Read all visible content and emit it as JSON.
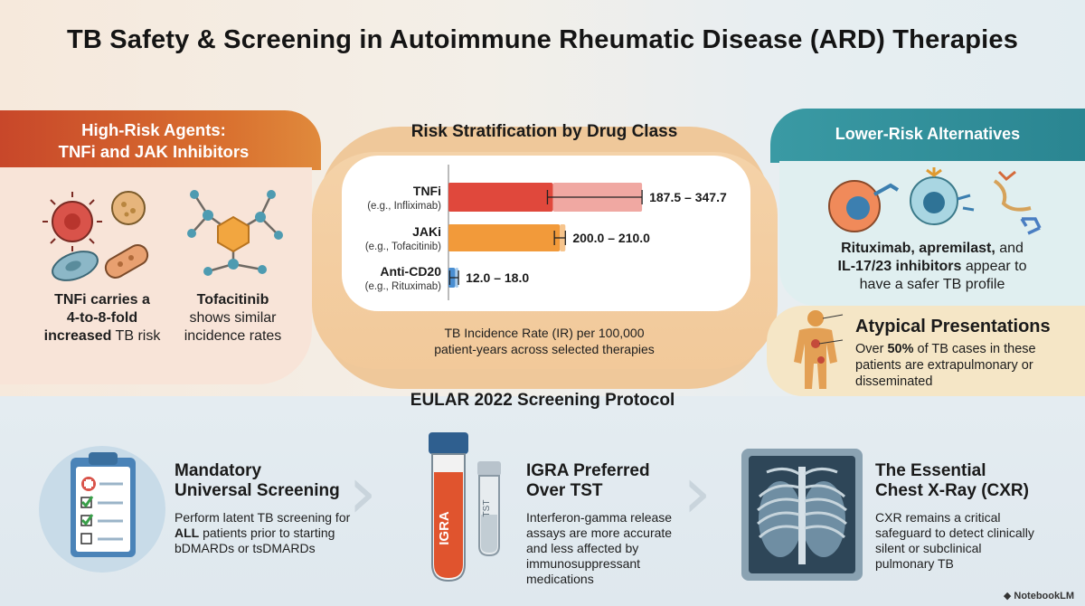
{
  "title": "TB Safety & Screening in Autoimmune Rheumatic Disease (ARD) Therapies",
  "left_panel": {
    "header_line1": "High-Risk Agents:",
    "header_line2": "TNFi and JAK Inhibitors",
    "tnfi_pre": "TNFi carries a",
    "tnfi_bold": "4-to-8-fold",
    "tnfi_bold2": "increased",
    "tnfi_post": "TB risk",
    "tofa_bold": "Tofacitinib",
    "tofa_line2": "shows similar",
    "tofa_line3": "incidence rates"
  },
  "middle_panel": {
    "title": "Risk Stratification by Drug Class",
    "caption_line1": "TB Incidence Rate (IR) per 100,000",
    "caption_line2": "patient-years across selected therapies"
  },
  "chart_data": {
    "type": "bar",
    "orientation": "horizontal",
    "categories": [
      "TNFi",
      "JAKi",
      "Anti-CD20"
    ],
    "category_examples": [
      "(e.g., Infliximab)",
      "(e.g., Tofacitinib)",
      "(e.g., Rituximab)"
    ],
    "ranges": [
      [
        187.5,
        347.7
      ],
      [
        200.0,
        210.0
      ],
      [
        12.0,
        18.0
      ]
    ],
    "value_labels": [
      "187.5 – 347.7",
      "200.0 – 210.0",
      "12.0 – 18.0"
    ],
    "xlim": [
      0,
      380
    ],
    "colors": [
      "#e0483c",
      "#f29a3a",
      "#4a8ed1"
    ],
    "range_colors": [
      "#f0a8a2",
      "#f6c48c",
      "#a9cdee"
    ]
  },
  "right_panel": {
    "header": "Lower-Risk Alternatives",
    "text_bold1": "Rituximab, apremilast,",
    "text_and": "and",
    "text_bold2": "IL-17/23 inhibitors",
    "text_post": "appear to",
    "text_line3": "have a safer TB profile",
    "atypical_title": "Atypical Presentations",
    "atypical_pre": "Over",
    "atypical_bold": "50%",
    "atypical_post": "of TB cases in these",
    "atypical_line2": "patients are extrapulmonary or",
    "atypical_line3": "disseminated"
  },
  "bottom": {
    "title": "EULAR 2022 Screening Protocol",
    "steps": [
      {
        "title_line1": "Mandatory",
        "title_line2": "Universal Screening",
        "text_line1": "Perform latent TB screening for",
        "text_bold": "ALL",
        "text_line2_post": "patients prior to starting",
        "text_line3": "bDMARDs or tsDMARDs"
      },
      {
        "title_line1": "IGRA Preferred",
        "title_line2": "Over TST",
        "text_line1": "Interferon-gamma release",
        "text_line2": "assays are more accurate",
        "text_line3": "and less affected by",
        "text_line4": "immunosuppressant",
        "text_line5": "medications",
        "tube1_label": "IGRA",
        "tube2_label": "TST"
      },
      {
        "title_line1": "The Essential",
        "title_line2": "Chest X-Ray (CXR)",
        "text_line1": "CXR remains a critical",
        "text_line2": "safeguard to detect clinically",
        "text_line3": "silent or subclinical",
        "text_line4": "pulmonary TB"
      }
    ]
  },
  "brand": "NotebookLM"
}
